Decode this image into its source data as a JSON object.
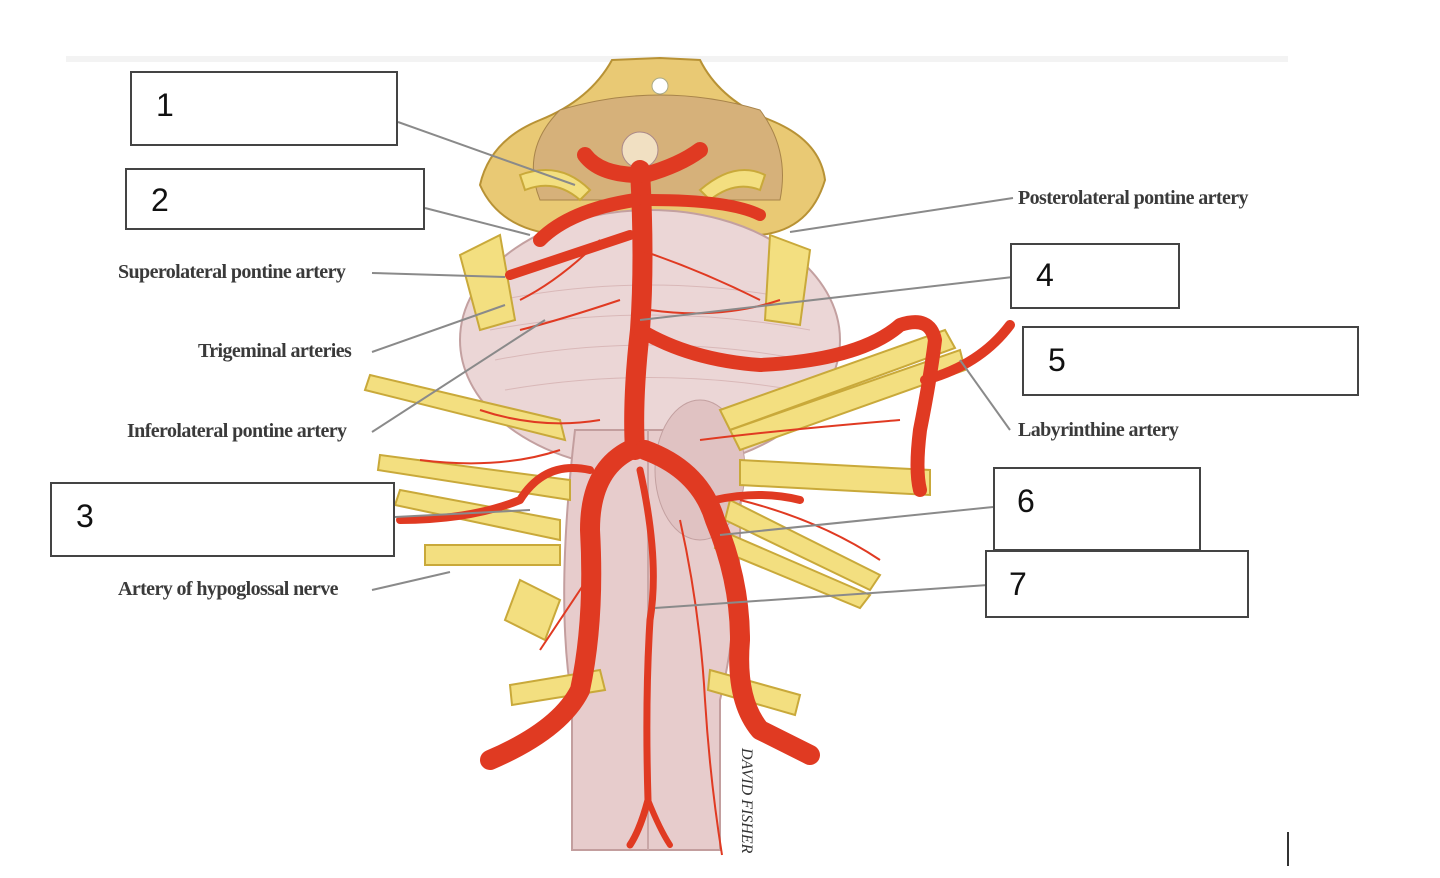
{
  "diagram": {
    "numbered_boxes": [
      "1",
      "2",
      "3",
      "4",
      "5",
      "6",
      "7"
    ],
    "labels": {
      "superolateral": "Superolateral pontine artery",
      "trigeminal": "Trigeminal arteries",
      "inferolateral": "Inferolateral pontine artery",
      "hypoglossal": "Artery of hypoglossal nerve",
      "posterolateral": "Posterolateral pontine artery",
      "labyrinthine": "Labyrinthine artery"
    },
    "signature": "DAVID FISHER"
  },
  "colors": {
    "artery": "#e03a22",
    "artery_dark": "#b8260f",
    "nerve": "#f3df80",
    "nerve_outline": "#c9a93a",
    "brainstem": "#e9cfcf",
    "brainstem_shadow": "#c8a6a6",
    "leader_line": "#8a8a8a"
  }
}
